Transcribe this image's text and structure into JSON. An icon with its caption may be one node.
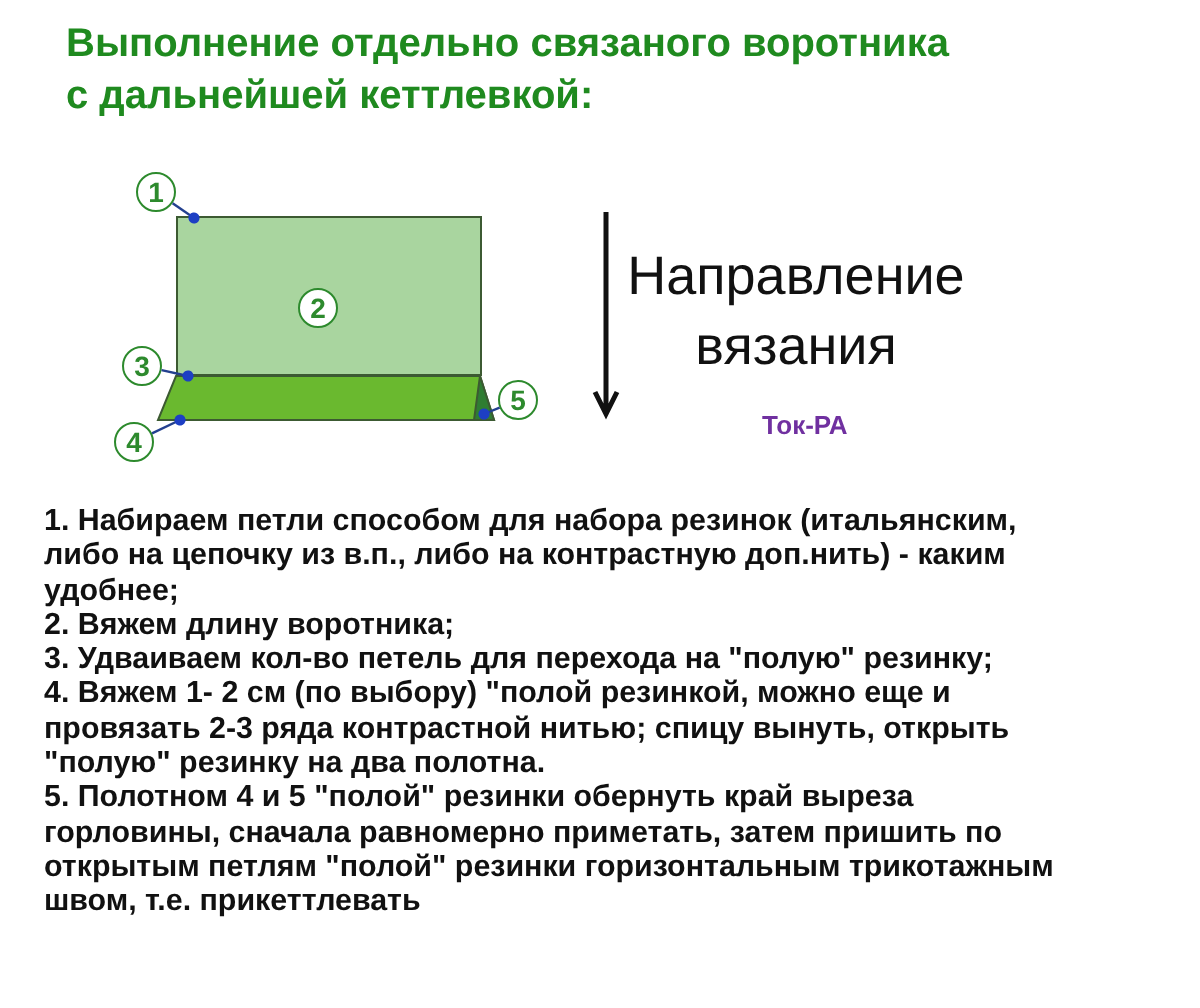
{
  "diagram": {
    "title": "Выполнение отдельно связаного воротника с дальнейшей кеттлевкой:",
    "nodes": [
      {
        "text": [
          "1"
        ]
      },
      {
        "text": [],
        "shape": "box"
      },
      {
        "text": [
          "2"
        ],
        "in": 1
      },
      {
        "text": [
          "3"
        ]
      },
      {
        "text": [],
        "shape": "trapezoid"
      },
      {
        "text": [
          "4"
        ]
      },
      {
        "text": [],
        "shape": "triangle",
        "in": 4
      },
      {
        "text": [
          "5"
        ]
      }
    ],
    "edges": [
      {
        "from": 0,
        "to": 1,
        "arrow": "other"
      },
      {
        "from": 3,
        "to": null,
        "arrow": "other"
      },
      {
        "from": 5,
        "to": 4,
        "arrow": "other"
      },
      {
        "from": 7,
        "to": 6,
        "arrow": "other"
      }
    ],
    "labels": [
      "Направление вязания",
      "Ток-РА",
      "1. Набираем петли способом для набора резинок (итальянским, либо на цепочку из в.п., либо на контрастную доп.нить) - каким удобнее;",
      "2. Вяжем длину воротника;",
      "3. Удваиваем кол-во петель для перехода на \"полую\" резинку;",
      "4. Вяжем 1- 2 см (по выбору) \"полой резинкой, можно еще и провязать 2-3 ряда контрастной нитью; спицу вынуть, открыть \"полую\" резинку на два полотна.",
      "5. Полотном 4 и 5 \"полой\" резинки обернуть край выреза горловины, сначала равномерно приметать, затем пришить по открытым петлям \"полой\" резинки горизонтальным трикотажным швом, т.е. прикеттлевать"
    ]
  }
}
